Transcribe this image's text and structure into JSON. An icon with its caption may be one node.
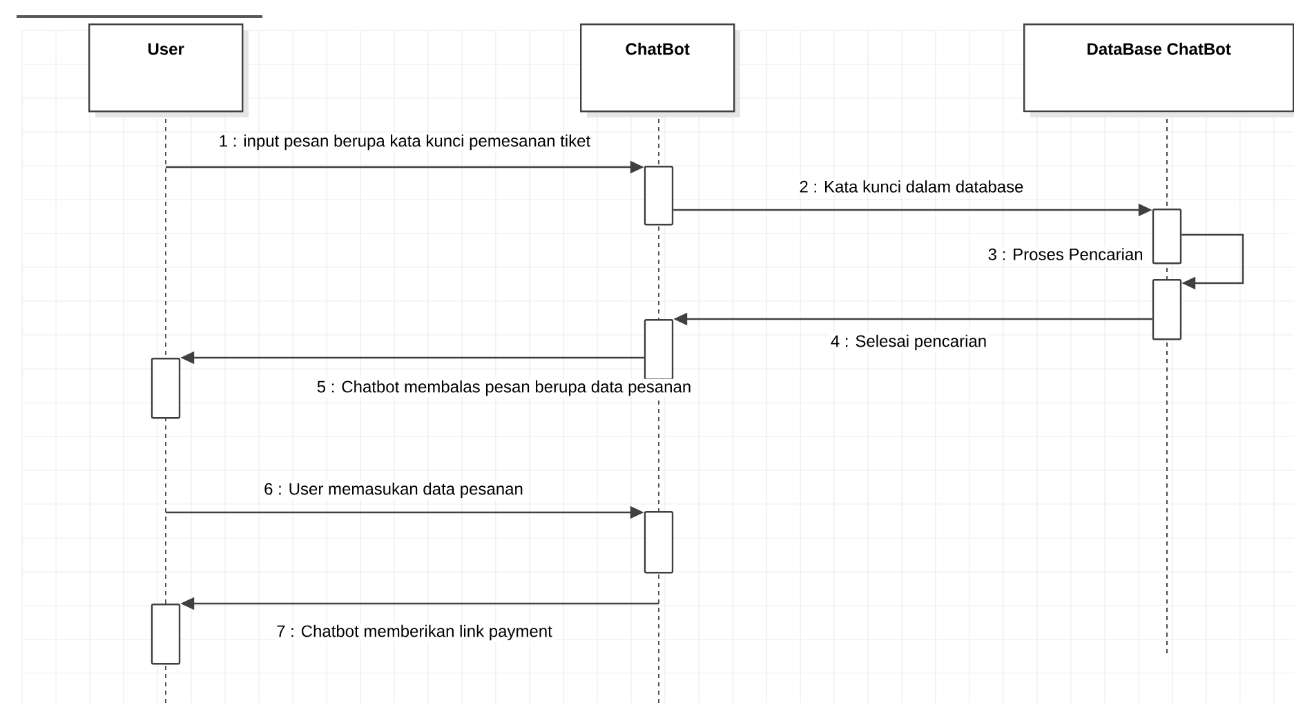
{
  "diagram": {
    "nodes": [
      {
        "text": [
          "User"
        ]
      },
      {
        "text": [
          "ChatBot"
        ]
      },
      {
        "text": [
          "DataBase ChatBot"
        ]
      },
      {
        "text": [],
        "shape": "bar"
      },
      {
        "text": [],
        "shape": "bar"
      },
      {
        "text": [],
        "shape": "bar"
      },
      {
        "text": [],
        "shape": "bar"
      },
      {
        "text": [],
        "shape": "bar"
      },
      {
        "text": [],
        "shape": "bar"
      },
      {
        "text": [],
        "shape": "bar"
      }
    ],
    "edges": [
      {
        "from": null,
        "to": 3,
        "arrow": "to",
        "label": "1 : input pesan berupa kata kunci pemesanan tiket"
      },
      {
        "from": 3,
        "to": 4,
        "arrow": "to",
        "label": "2 : Kata kunci dalam database"
      },
      {
        "from": 4,
        "to": 5,
        "arrow": "to",
        "label": "3 : Proses Pencarian"
      },
      {
        "from": 5,
        "to": 6,
        "arrow": "to",
        "label": "4 : Selesai pencarian"
      },
      {
        "from": 6,
        "to": 7,
        "arrow": "to",
        "label": "5 : Chatbot membalas pesan berupa data pesanan"
      },
      {
        "from": null,
        "to": 8,
        "arrow": "to",
        "label": "6 : User memasukan data pesanan"
      },
      {
        "from": null,
        "to": 9,
        "arrow": "to",
        "label": "7 : Chatbot memberikan link payment"
      }
    ]
  }
}
